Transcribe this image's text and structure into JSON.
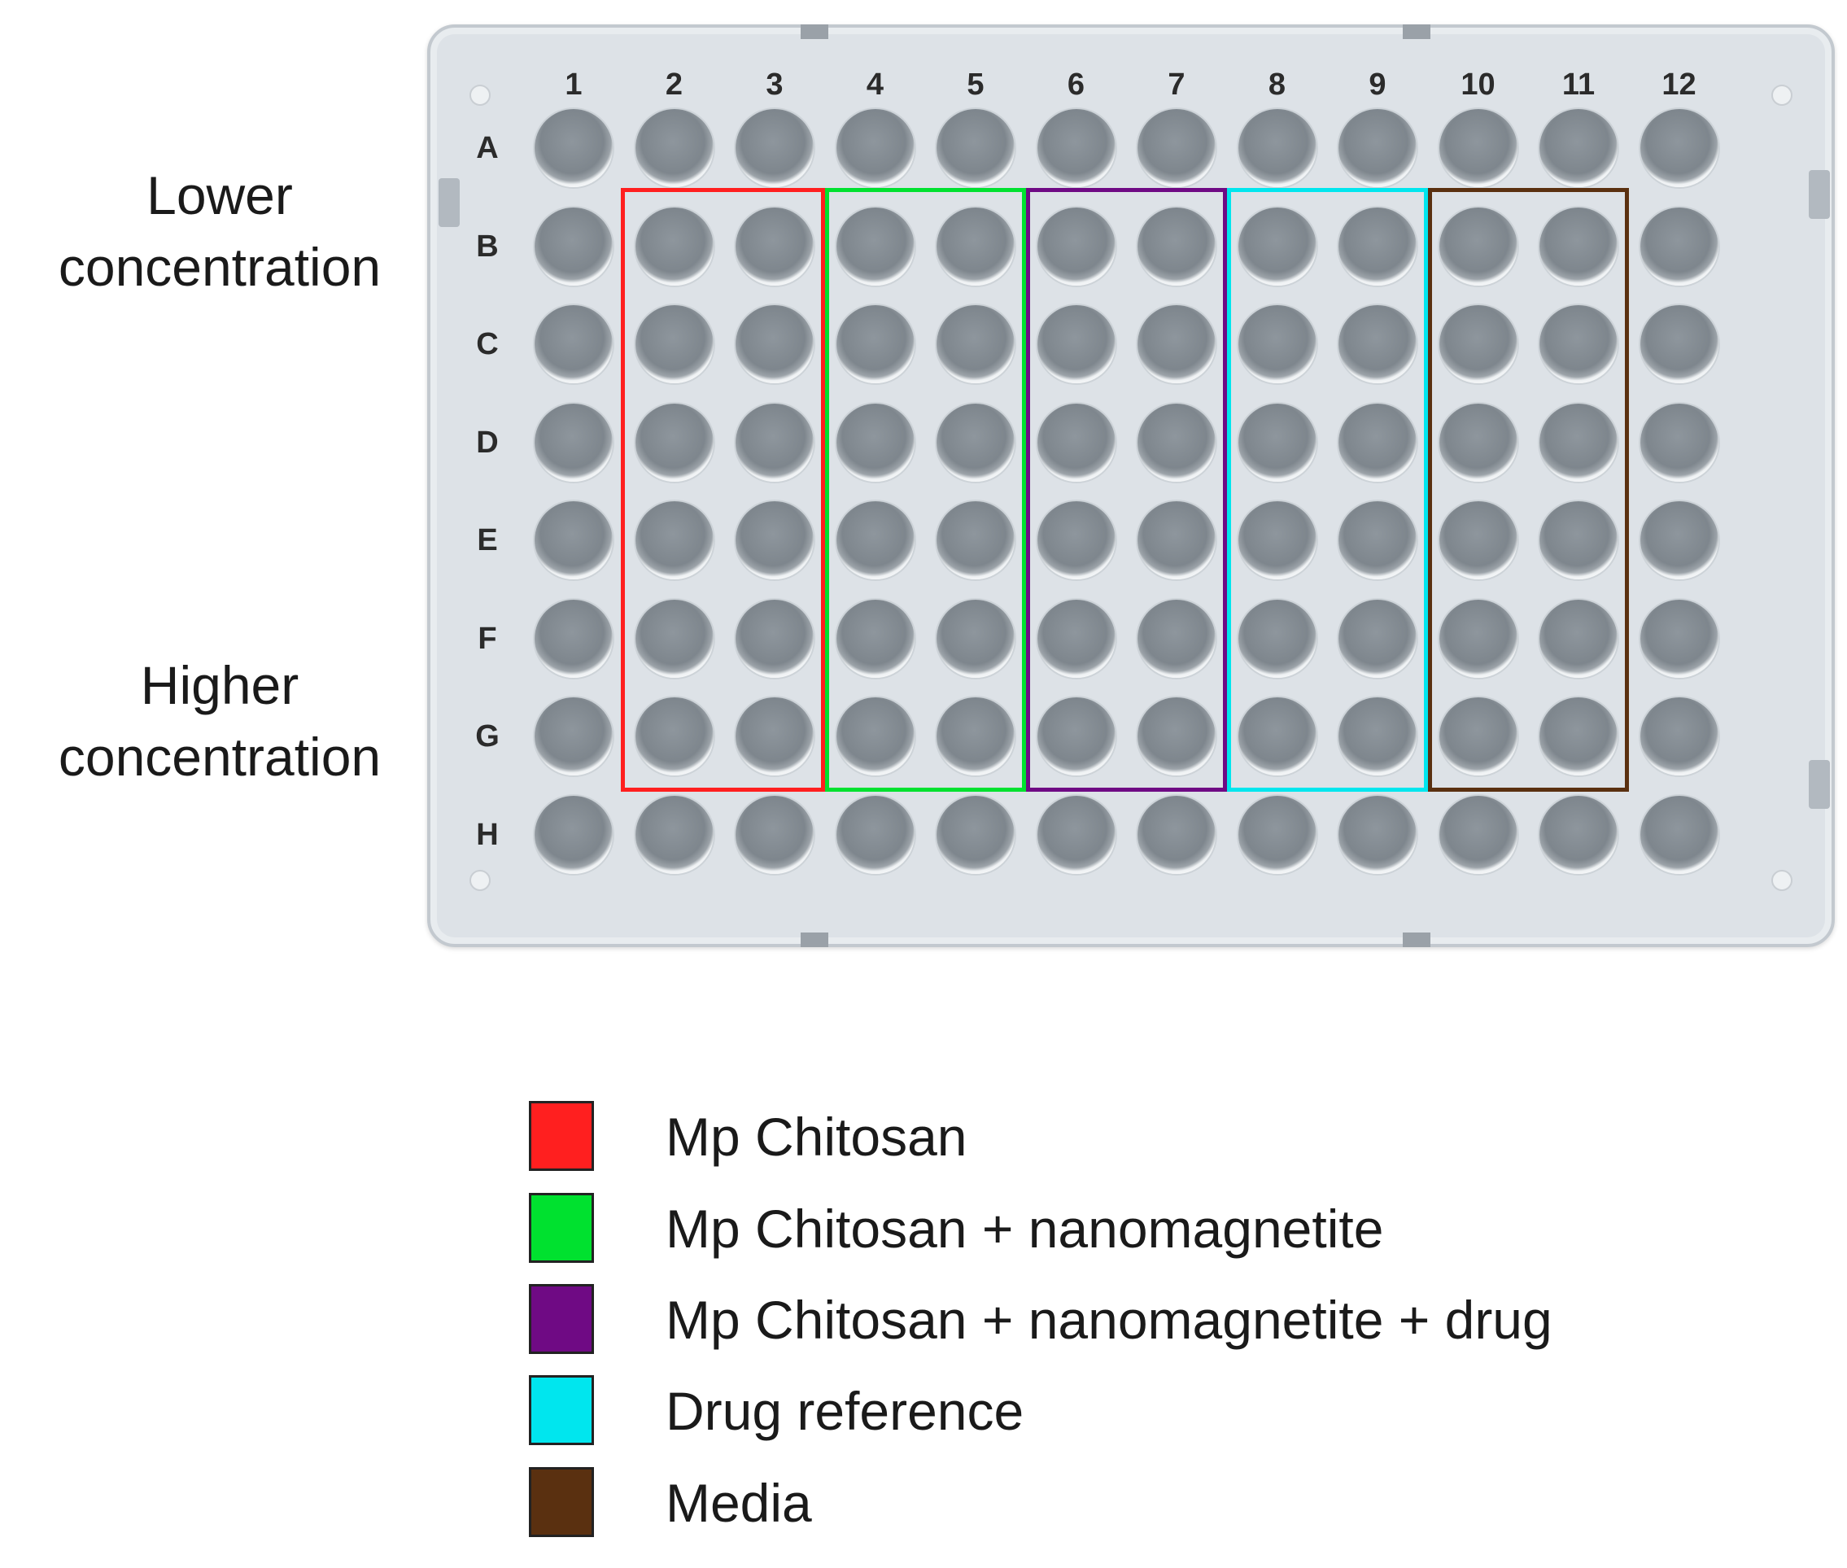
{
  "side_labels": {
    "lower": "Lower\nconcentration",
    "higher": "Higher\nconcentration"
  },
  "plate": {
    "columns": [
      "1",
      "2",
      "3",
      "4",
      "5",
      "6",
      "7",
      "8",
      "9",
      "10",
      "11",
      "12"
    ],
    "rows": [
      "A",
      "B",
      "C",
      "D",
      "E",
      "F",
      "G",
      "H"
    ]
  },
  "groups": [
    {
      "label": "Mp Chitosan",
      "color": "#ff1f1f",
      "columns": [
        "2",
        "3"
      ],
      "rows": [
        "B",
        "C",
        "D",
        "E",
        "F",
        "G"
      ]
    },
    {
      "label": "Mp Chitosan + nanomagnetite",
      "color": "#00e12f",
      "columns": [
        "4",
        "5"
      ],
      "rows": [
        "B",
        "C",
        "D",
        "E",
        "F",
        "G"
      ]
    },
    {
      "label": "Mp Chitosan + nanomagnetite + drug",
      "color": "#6f0a84",
      "columns": [
        "6",
        "7"
      ],
      "rows": [
        "B",
        "C",
        "D",
        "E",
        "F",
        "G"
      ]
    },
    {
      "label": "Drug reference",
      "color": "#00e6ee",
      "columns": [
        "8",
        "9"
      ],
      "rows": [
        "B",
        "C",
        "D",
        "E",
        "F",
        "G"
      ]
    },
    {
      "label": "Media",
      "color": "#5a3010",
      "columns": [
        "10",
        "11"
      ],
      "rows": [
        "B",
        "C",
        "D",
        "E",
        "F",
        "G"
      ]
    }
  ]
}
